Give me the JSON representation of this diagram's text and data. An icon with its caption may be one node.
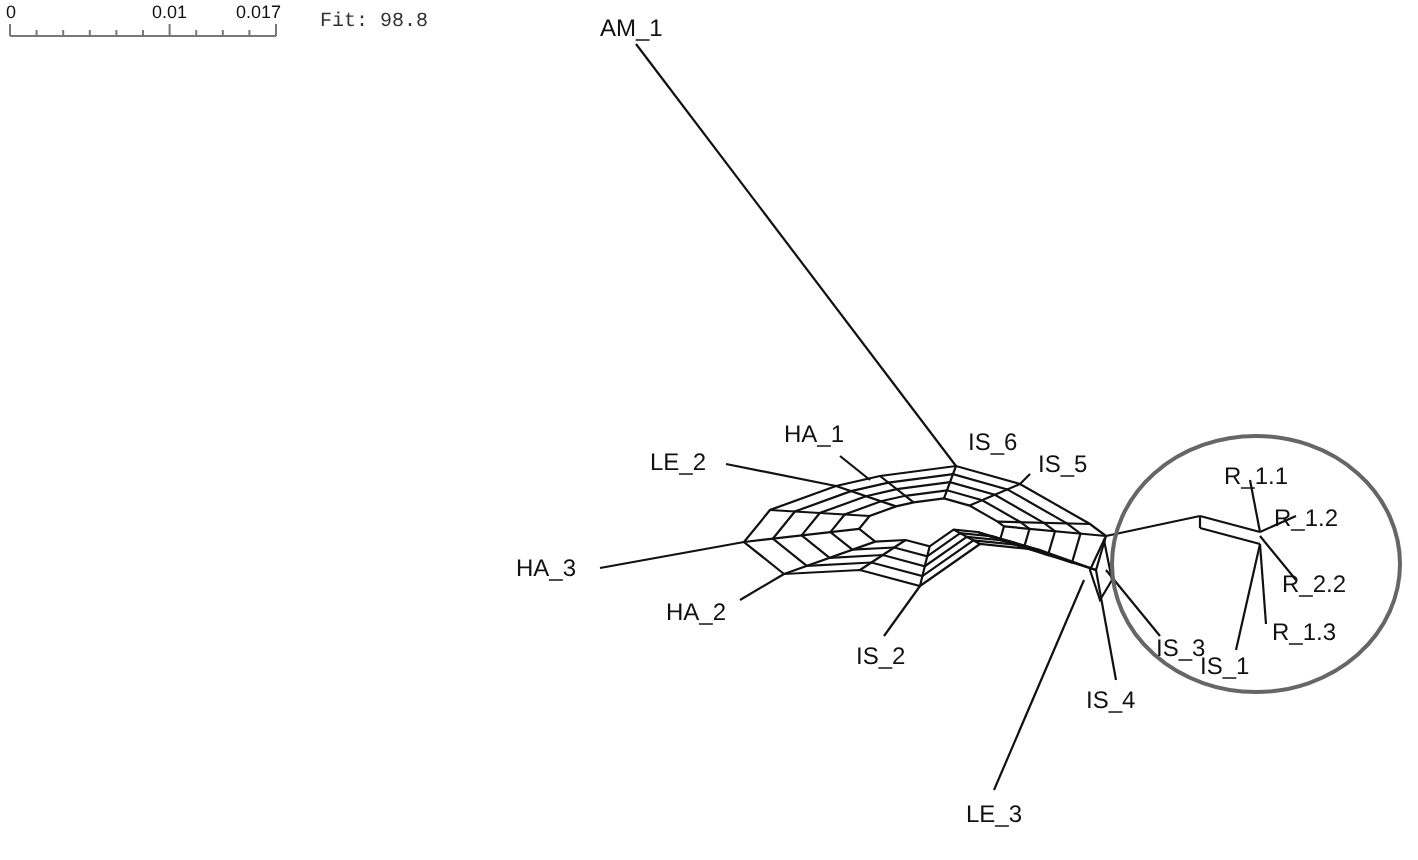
{
  "diagram": {
    "labels": [
      "0",
      "0.01",
      "0.017",
      "Fit: 98.8",
      "AM_1",
      "R_1.1",
      "HA_1",
      "IS_6",
      "LE_2",
      "IS_5",
      "R_1.2",
      "R_2.2",
      "HA_3",
      "R_1.3",
      "HA_2",
      "IS_2",
      "IS_3",
      "IS_1",
      "IS_4",
      "LE_3"
    ]
  }
}
